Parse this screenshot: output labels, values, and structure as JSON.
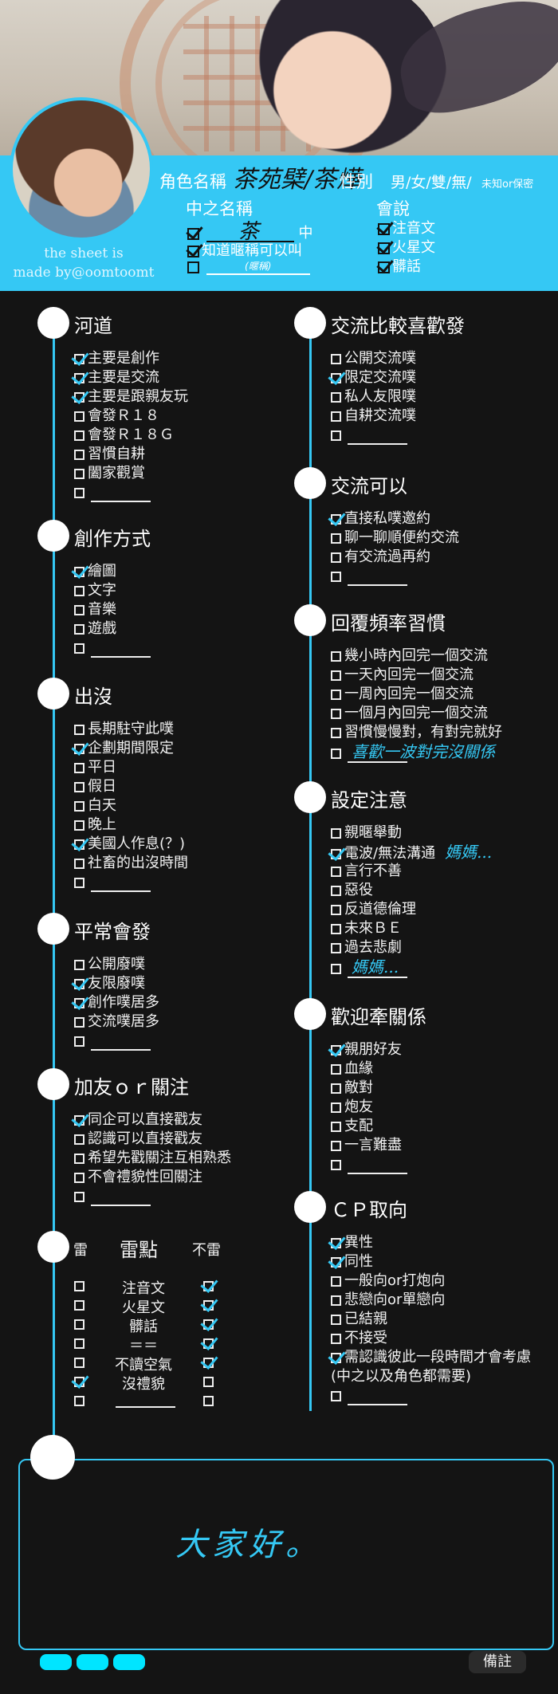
{
  "credit": {
    "line1": "the sheet is",
    "line2": "made by@oomtoomt"
  },
  "header": {
    "role_label": "角色名稱",
    "role_value": "茶苑檗/茶燁",
    "gender_label": "性別",
    "gender_options": "男/女/雙/無/",
    "gender_note": "未知or保密",
    "zh_name_label": "中之名稱",
    "zh_name_value": "茶",
    "zh_suffix": "中",
    "nickname_ok": "知道暱稱可以叫",
    "nickname_hint": "(暱稱)",
    "speak_label": "會說",
    "speak_items": [
      "注音文",
      "火星文",
      "髒話"
    ]
  },
  "sections_left": [
    {
      "title": "河道",
      "items": [
        "主要是創作",
        "主要是交流",
        "主要是跟親友玩",
        "會發Ｒ１８",
        "會發Ｒ１８Ｇ",
        "習慣自耕",
        "闔家觀賞",
        ""
      ],
      "checked": [
        true,
        true,
        true,
        false,
        false,
        false,
        false,
        false
      ]
    },
    {
      "title": "創作方式",
      "items": [
        "繪圖",
        "文字",
        "音樂",
        "遊戲",
        ""
      ],
      "checked": [
        true,
        false,
        false,
        false,
        false
      ]
    },
    {
      "title": "出沒",
      "items": [
        "長期駐守此噗",
        "企劃期間限定",
        "平日",
        "假日",
        "白天",
        "晚上",
        "美國人作息(？)",
        "社畜的出沒時間",
        ""
      ],
      "checked": [
        false,
        true,
        false,
        false,
        false,
        false,
        true,
        false,
        false
      ]
    },
    {
      "title": "平常會發",
      "items": [
        "公開廢噗",
        "友限廢噗",
        "創作噗居多",
        "交流噗居多",
        ""
      ],
      "checked": [
        false,
        true,
        true,
        false,
        false
      ]
    },
    {
      "title": "加友ｏｒ關注",
      "items": [
        "同企可以直接戳友",
        "認識可以直接戳友",
        "希望先戳關注互相熟悉",
        "不會禮貌性回關注",
        ""
      ],
      "checked": [
        true,
        false,
        false,
        false,
        false
      ]
    }
  ],
  "lei": {
    "left_header": "雷",
    "mid_header": "雷點",
    "right_header": "不雷",
    "rows": [
      {
        "label": "注音文",
        "lei": false,
        "bulei": true
      },
      {
        "label": "火星文",
        "lei": false,
        "bulei": true
      },
      {
        "label": "髒話",
        "lei": false,
        "bulei": true
      },
      {
        "label": "＝＝",
        "lei": false,
        "bulei": true
      },
      {
        "label": "不讀空氣",
        "lei": false,
        "bulei": true
      },
      {
        "label": "沒禮貌",
        "lei": true,
        "bulei": false
      },
      {
        "label": "",
        "lei": false,
        "bulei": false
      }
    ]
  },
  "sections_right": [
    {
      "title": "交流比較喜歡發",
      "items": [
        "公開交流噗",
        "限定交流噗",
        "私人友限噗",
        "自耕交流噗",
        ""
      ],
      "checked": [
        false,
        true,
        false,
        false,
        false
      ]
    },
    {
      "title": "交流可以",
      "items": [
        "直接私噗邀約",
        "聊一聊順便約交流",
        "有交流過再約",
        ""
      ],
      "checked": [
        true,
        false,
        false,
        false
      ]
    },
    {
      "title": "回覆頻率習慣",
      "items": [
        "幾小時內回完一個交流",
        "一天內回完一個交流",
        "一周內回完一個交流",
        "一個月內回完一個交流",
        "習慣慢慢對，有對完就好",
        ""
      ],
      "checked": [
        false,
        false,
        false,
        false,
        false,
        false
      ],
      "note": "喜歡一波對完沒關係"
    },
    {
      "title": "設定注意",
      "items": [
        "親暱舉動",
        "電波/無法溝通",
        "言行不善",
        "惡役",
        "反道德倫理",
        "未來ＢＥ",
        "過去悲劇",
        ""
      ],
      "checked": [
        false,
        true,
        false,
        false,
        false,
        false,
        false,
        false
      ],
      "note": "媽媽..."
    },
    {
      "title": "歡迎牽關係",
      "items": [
        "親朋好友",
        "血緣",
        "敵對",
        "炮友",
        "支配",
        "一言難盡",
        ""
      ],
      "checked": [
        true,
        false,
        false,
        false,
        false,
        false,
        false
      ]
    },
    {
      "title": "ＣＰ取向",
      "items": [
        "異性",
        "同性",
        "一般向or打炮向",
        "悲戀向or單戀向",
        "已結親",
        "不接受",
        "需認識彼此一段時間才會考慮",
        "(中之以及角色都需要)",
        ""
      ],
      "checked": [
        true,
        true,
        false,
        false,
        false,
        false,
        true,
        null,
        false
      ]
    }
  ],
  "memo": {
    "text": "大家好。",
    "remark": "備註"
  }
}
